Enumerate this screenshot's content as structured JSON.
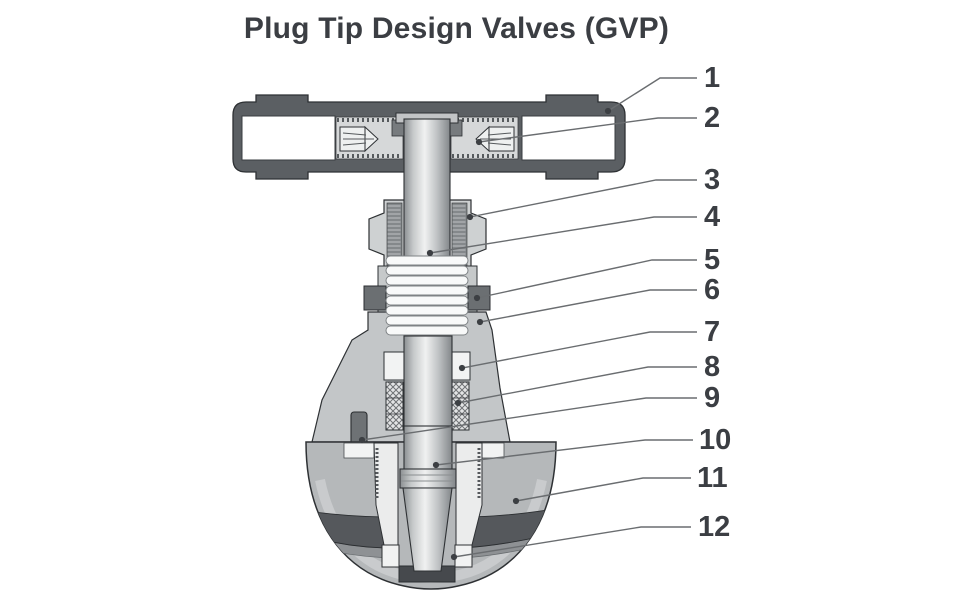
{
  "title": "Plug Tip Design Valves (GVP)",
  "callouts": [
    {
      "label": "1"
    },
    {
      "label": "2"
    },
    {
      "label": "3"
    },
    {
      "label": "4"
    },
    {
      "label": "5"
    },
    {
      "label": "6"
    },
    {
      "label": "7"
    },
    {
      "label": "8"
    },
    {
      "label": "9"
    },
    {
      "label": "10"
    },
    {
      "label": "11"
    },
    {
      "label": "12"
    }
  ],
  "colors": {
    "background": "#ffffff",
    "title_text": "#3b3e43",
    "callout_text": "#3b3e43",
    "leader_line": "#6a6d70",
    "outline": "#2e3134",
    "handle_dark_metal": "#5b5f63",
    "light_metal": "#d5d7d8",
    "body_mid_metal": "#b5b8ba",
    "flow_channel_dark": "#55585c"
  }
}
